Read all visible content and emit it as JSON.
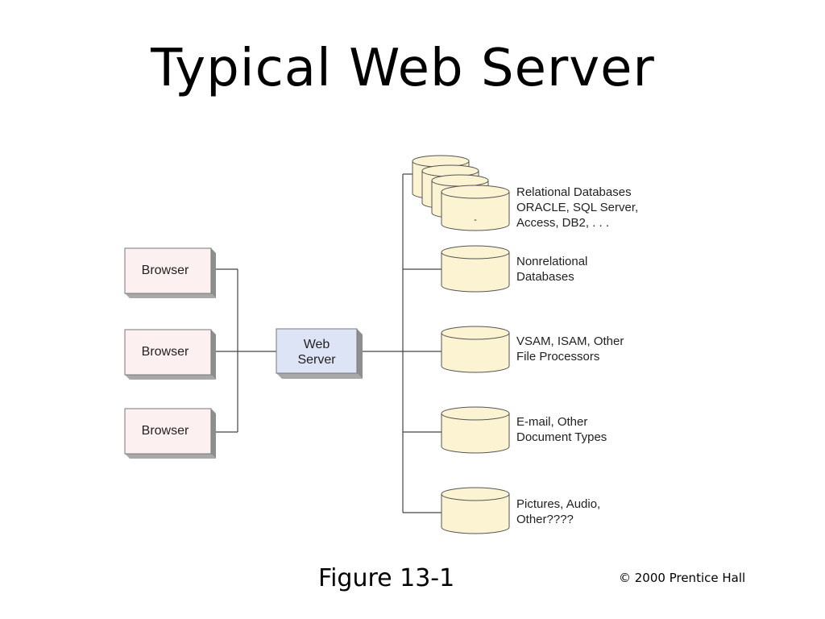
{
  "title": "Typical Web Server",
  "browsers": [
    {
      "label": "Browser"
    },
    {
      "label": "Browser"
    },
    {
      "label": "Browser"
    }
  ],
  "web_server": {
    "lines": [
      "Web",
      "Server"
    ]
  },
  "data_sources": [
    {
      "lines": [
        "Relational Databases",
        "ORACLE, SQL Server,",
        "Access, DB2, . . ."
      ],
      "cylinder_mark": "-"
    },
    {
      "lines": [
        "Nonrelational",
        "Databases"
      ]
    },
    {
      "lines": [
        "VSAM, ISAM, Other",
        "File Processors"
      ]
    },
    {
      "lines": [
        "E-mail, Other",
        "Document Types"
      ]
    },
    {
      "lines": [
        "Pictures, Audio,",
        "Other????"
      ]
    }
  ],
  "caption": "Figure 13-1",
  "copyright": "© 2000 Prentice Hall",
  "colors": {
    "browser_fill": "#fdf0f0",
    "server_fill": "#dde4f6",
    "cylinder_fill": "#fbf3d2",
    "shadow": "#9a9a9a",
    "line": "#444444"
  }
}
